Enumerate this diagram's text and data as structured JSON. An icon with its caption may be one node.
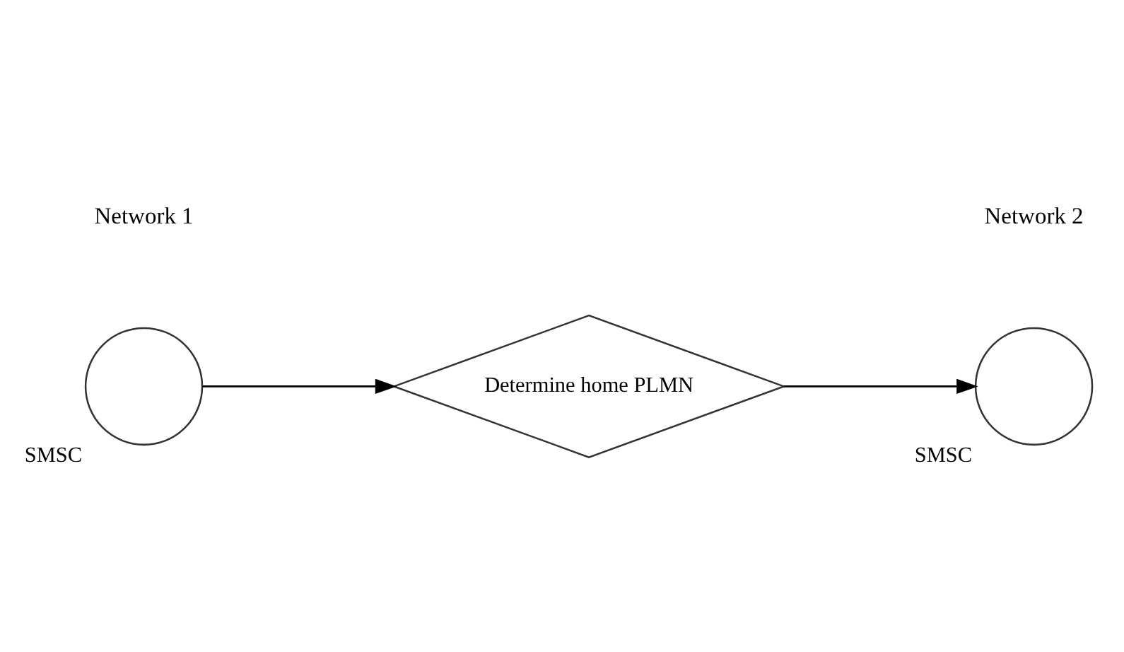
{
  "diagram": {
    "nodes": [
      {
        "text": [
          "SMSC"
        ]
      },
      {
        "text": [
          "Determine home PLMN"
        ]
      },
      {
        "text": [
          "SMSC"
        ]
      }
    ],
    "edges": [
      {
        "from": 0,
        "to": 1,
        "arrow": "to"
      },
      {
        "from": 1,
        "to": 2,
        "arrow": "to"
      }
    ],
    "labels": [
      "Network 1",
      "Network 2"
    ]
  }
}
